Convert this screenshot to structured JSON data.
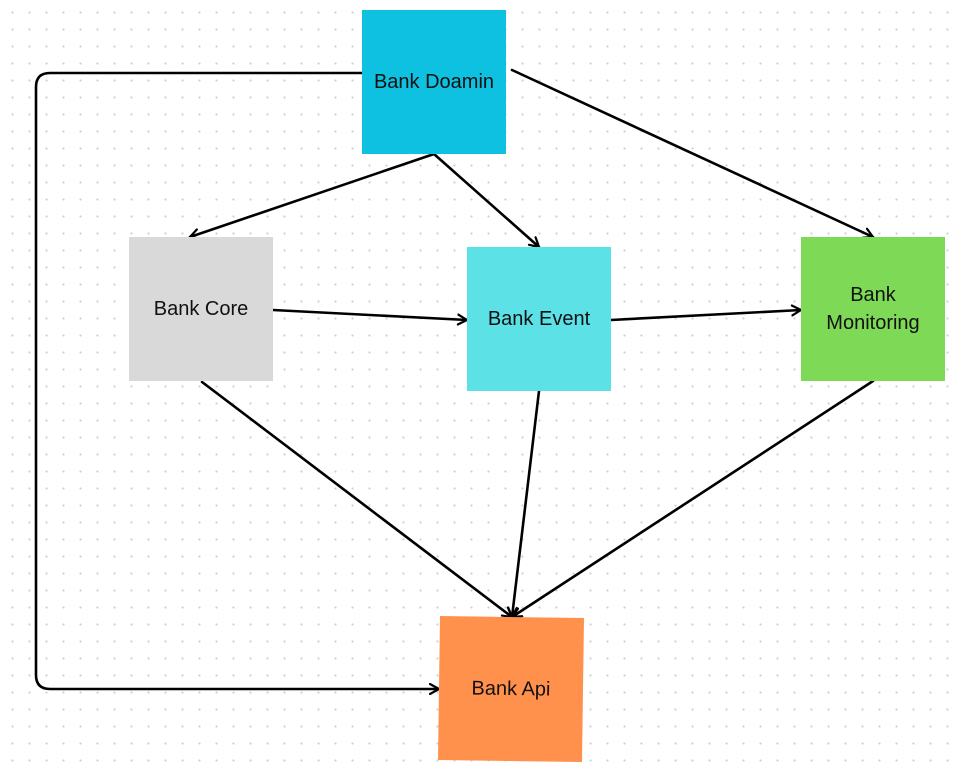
{
  "nodes": {
    "domain": {
      "label": "Bank Doamin",
      "color": "#0fc1e0"
    },
    "core": {
      "label": "Bank Core",
      "color": "#d9d9d9"
    },
    "event": {
      "label": "Bank Event",
      "color": "#5ce1e6"
    },
    "monitoring": {
      "label": "Bank Monitoring",
      "color": "#7ed957"
    },
    "api": {
      "label": "Bank Api",
      "color": "#ff914d"
    }
  },
  "edges": [
    {
      "from": "domain",
      "to": "core"
    },
    {
      "from": "domain",
      "to": "event"
    },
    {
      "from": "domain",
      "to": "monitoring"
    },
    {
      "from": "domain",
      "to": "api"
    },
    {
      "from": "core",
      "to": "event"
    },
    {
      "from": "event",
      "to": "monitoring"
    },
    {
      "from": "core",
      "to": "api"
    },
    {
      "from": "event",
      "to": "api"
    },
    {
      "from": "monitoring",
      "to": "api"
    }
  ],
  "style": {
    "edge_color": "#000000"
  }
}
